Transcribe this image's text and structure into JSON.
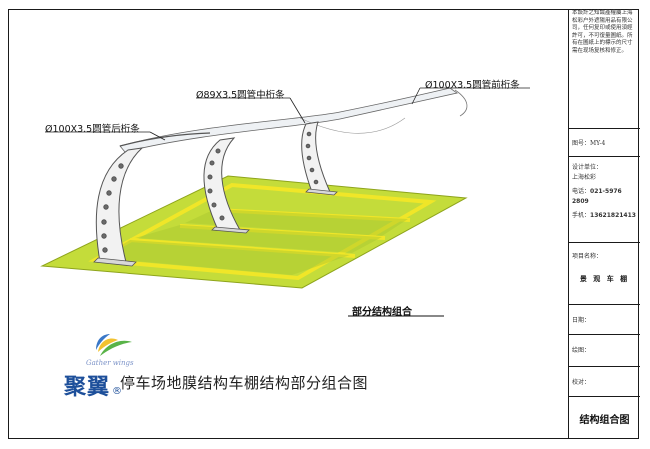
{
  "title_block": {
    "copyright_note": "本設計之知識產權屬上海松彩户外遮陽用品有限公司，任何复印或使用須經許可，不可復量圖紙。所有在圖紙上的標示的尺寸需在现场复核和修正。",
    "drawing_no_label": "图号：",
    "drawing_no_value": "MY-4",
    "design_unit_label": "设计单位：",
    "design_unit_value": "上海松彩",
    "phone_label": "电话：",
    "phone_value": "021-5976 2809",
    "mobile_label": "手机：",
    "mobile_value": "13621821413",
    "project_label": "项目名称：",
    "project_value": "景 观 车 棚",
    "date_label": "日期：",
    "drawn_label": "绘图：",
    "check_label": "校对：",
    "sheet_title": "结构组合图"
  },
  "annotations": {
    "mid_pipe": "Ø89X3.5圆管中桁条",
    "front_pipe": "Ø100X3.5圆管前桁条",
    "rear_pipe": "Ø100X3.5圆管后桁条"
  },
  "subtitle": "部分结构组合",
  "logo": {
    "english": "Gather wings",
    "chinese": "聚翼",
    "mark": "®"
  },
  "main_title": "停车场地膜结构车棚结构部分组合图",
  "colors": {
    "ground": "#c4dc3a",
    "ground_edge": "#8ea41c",
    "parking_lines": "#f0e628",
    "frame_fill": "#f0f0f0",
    "frame_stroke": "#555555",
    "logo_blue": "#1d4f9a"
  }
}
